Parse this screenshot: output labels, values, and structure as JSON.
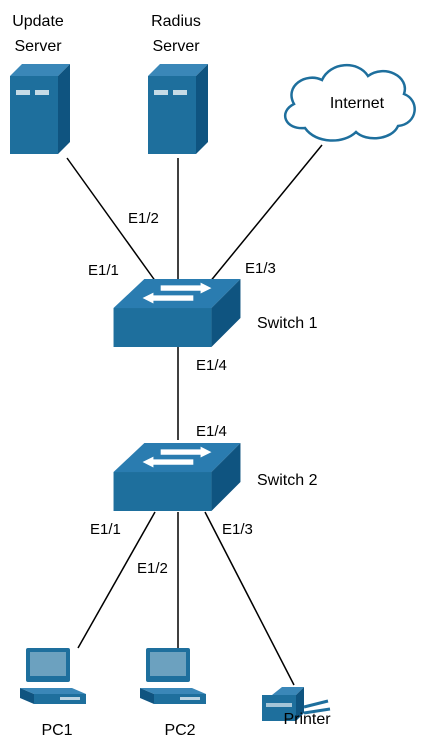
{
  "colors": {
    "device_fill": "#1e6f9d",
    "device_dark": "#0f5480",
    "device_light": "#3a87b8",
    "link": "#000000",
    "cloud_stroke": "#1e6f9d"
  },
  "devices": {
    "update_server": {
      "line1": "Update",
      "line2": "Server",
      "icon": "server-icon"
    },
    "radius_server": {
      "line1": "Radius",
      "line2": "Server",
      "icon": "server-icon"
    },
    "internet": {
      "label": "Internet",
      "icon": "cloud-icon"
    },
    "switch1": {
      "label": "Switch 1",
      "icon": "switch-icon"
    },
    "switch2": {
      "label": "Switch 2",
      "icon": "switch-icon"
    },
    "pc1": {
      "label": "PC1",
      "icon": "pc-icon"
    },
    "pc2": {
      "label": "PC2",
      "icon": "pc-icon"
    },
    "printer": {
      "label": "Printer",
      "icon": "printer-icon"
    }
  },
  "ports": {
    "s1_e11": "E1/1",
    "s1_e12": "E1/2",
    "s1_e13": "E1/3",
    "s1_e14": "E1/4",
    "s2_e14": "E1/4",
    "s2_e11": "E1/1",
    "s2_e12": "E1/2",
    "s2_e13": "E1/3"
  }
}
